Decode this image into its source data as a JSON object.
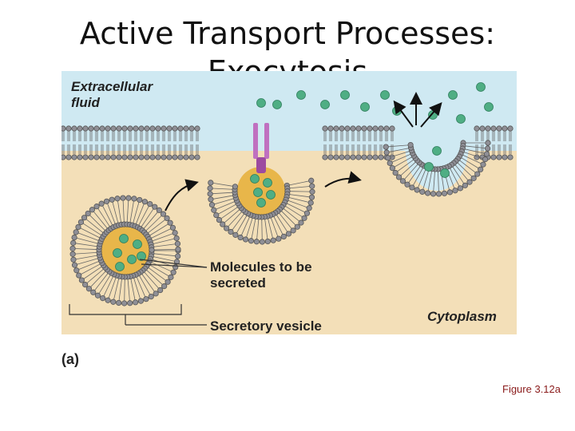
{
  "title": {
    "line1": "Active Transport Processes:",
    "line2": "Exocytosis"
  },
  "diagram": {
    "labels": {
      "extracellular": "Extracellular fluid",
      "cytoplasm": "Cytoplasm",
      "molecules": "Molecules to be secreted",
      "vesicle": "Secretory vesicle"
    },
    "part": "(a)",
    "colors": {
      "extracellular": "#cfe9f2",
      "cytoplasm": "#f3dfb8",
      "vesicle_lumen": "#e8b64a",
      "molecule": "#4fae84",
      "protein": "#c070c0"
    }
  },
  "figure_ref": "Figure 3.12a"
}
